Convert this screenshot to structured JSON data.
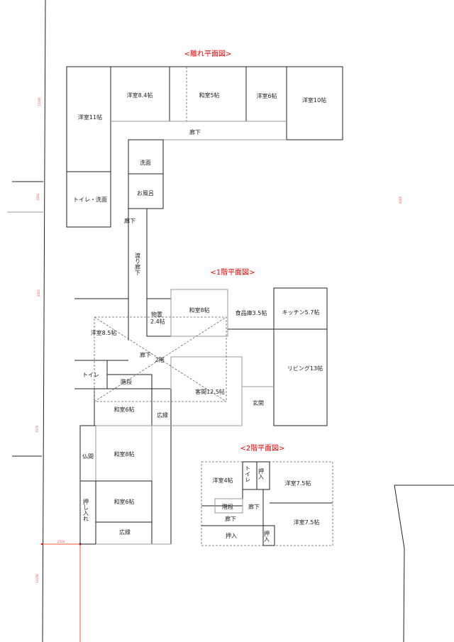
{
  "annex": {
    "title": "<離れ平面図>",
    "rooms": {
      "western11": "洋室11帖",
      "toilet_wash": "トイレ・洗面",
      "western84": "洋室8.4帖",
      "japanese5": "和室5帖",
      "western6": "洋室6帖",
      "western10": "洋室10帖",
      "corridor": "廊下",
      "washroom": "洗面",
      "bath": "お風呂",
      "corridor2": "廊下",
      "passage": "渡り廊下"
    }
  },
  "floor1": {
    "title": "<1階平面図>",
    "rooms": {
      "storage": "物置",
      "storage_size": "2.4帖",
      "japanese8": "和室8帖",
      "pantry": "食品庫3.5帖",
      "kitchen": "キッチン5.7帖",
      "western85": "洋室8.5帖",
      "corridor": "廊下",
      "overlay": "2階",
      "living": "リビング13帖",
      "toilet": "トイレ",
      "stairs": "階段",
      "guest": "客間12.5帖",
      "entrance": "玄関",
      "japanese6": "和室6帖",
      "veranda": "広縁",
      "butsuma": "仏間",
      "japanese8b": "和室8帖",
      "oshiire": "押し入れ",
      "japanese6b": "和室6帖",
      "veranda2": "広縁"
    }
  },
  "floor2": {
    "title": "<2階平面図>",
    "rooms": {
      "western4": "洋室4帖",
      "toilet": "トイレ",
      "closet1": "押入",
      "western75": "洋室7.5帖",
      "stairs": "階段",
      "corridor1": "廊下",
      "corridor2": "廊下",
      "western_b": "洋室7.5帖",
      "closet2": "押入",
      "closet3": "押入"
    }
  },
  "dimensions": [
    "13206",
    "1000",
    "2001",
    "1575",
    "2504",
    "14158",
    "4085"
  ]
}
